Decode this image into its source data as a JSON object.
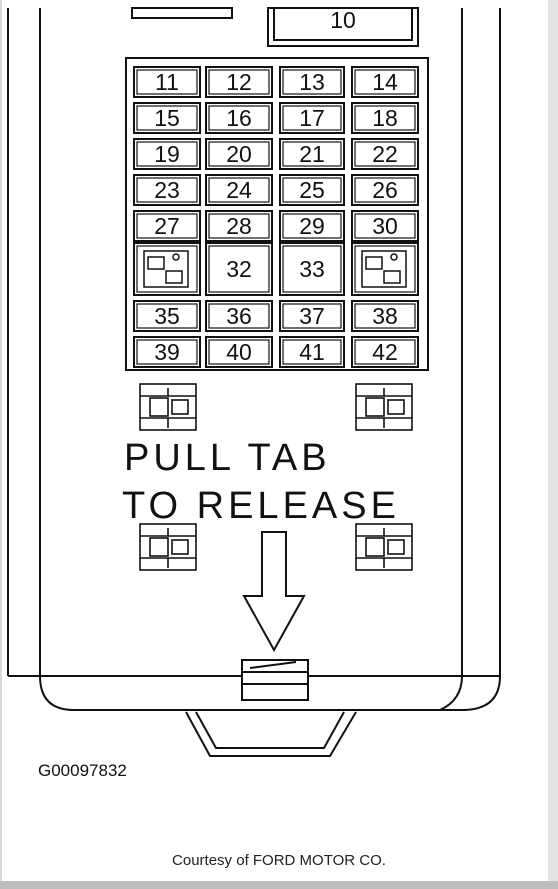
{
  "fuse_top": "10",
  "fuse_grid": [
    [
      "11",
      "12",
      "13",
      "14"
    ],
    [
      "15",
      "16",
      "17",
      "18"
    ],
    [
      "19",
      "20",
      "21",
      "22"
    ],
    [
      "23",
      "24",
      "25",
      "26"
    ],
    [
      "27",
      "28",
      "29",
      "30"
    ],
    [
      "",
      "32",
      "33",
      ""
    ],
    [
      "35",
      "36",
      "37",
      "38"
    ],
    [
      "39",
      "40",
      "41",
      "42"
    ]
  ],
  "relay_labels": [
    "",
    "",
    "",
    ""
  ],
  "instruction_line1": "PULL TAB",
  "instruction_line2": "TO RELEASE",
  "figure_id": "G00097832",
  "caption": "Courtesy of FORD MOTOR CO."
}
